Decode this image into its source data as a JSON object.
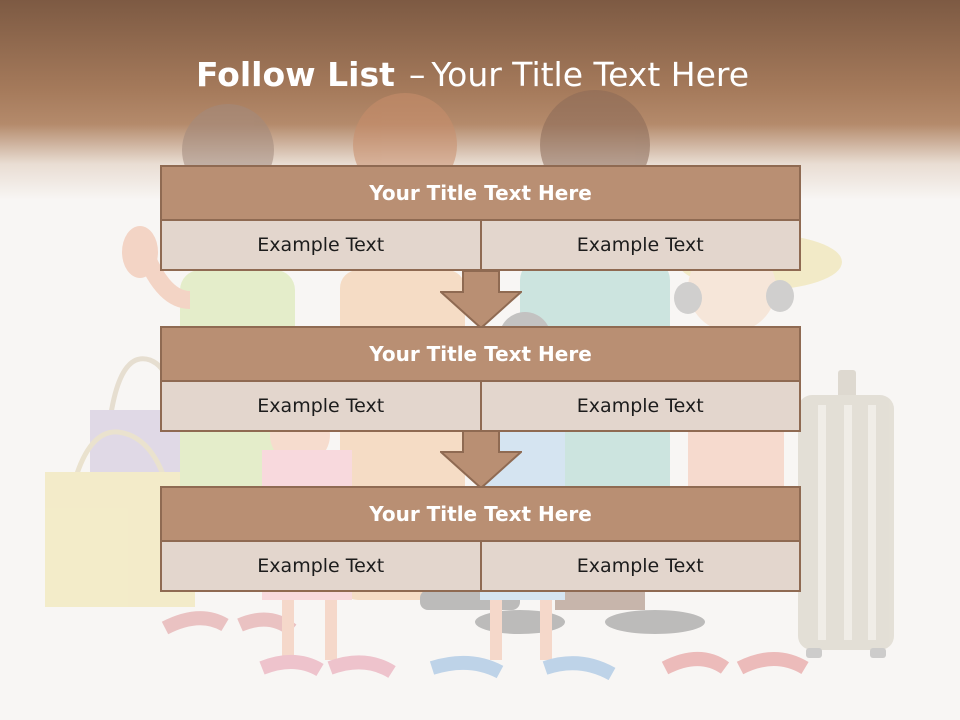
{
  "slide": {
    "title_bold": "Follow List",
    "title_dash": "–",
    "title_rest": "Your Title Text Here"
  },
  "colors": {
    "header_dark": "#7d5a43",
    "header_mid": "#a57a5b",
    "box_title_fill": "#b98f73",
    "box_border": "#8f6a52",
    "cell_fill": "#e3d6cd",
    "arrow_fill": "#b98f73"
  },
  "blocks": [
    {
      "title": "Your Title Text Here",
      "cells": [
        "Example Text",
        "Example Text"
      ]
    },
    {
      "title": "Your Title Text Here",
      "cells": [
        "Example Text",
        "Example Text"
      ]
    },
    {
      "title": "Your Title Text Here",
      "cells": [
        "Example Text",
        "Example Text"
      ]
    }
  ],
  "icons": [
    "down-arrow-icon",
    "down-arrow-icon"
  ]
}
